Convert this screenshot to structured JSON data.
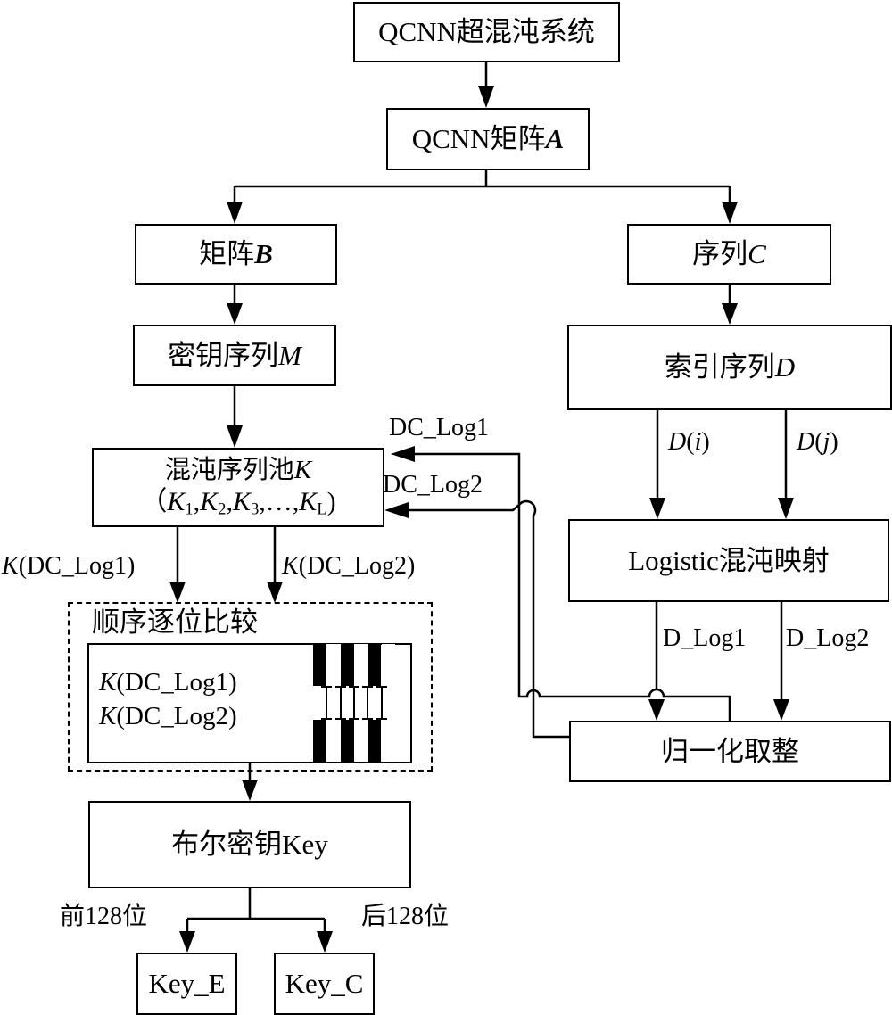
{
  "nodes": {
    "system": {
      "text": "QCNN超混沌系统"
    },
    "matrix_a": {
      "text": "QCNN矩阵",
      "var": "A"
    },
    "matrix_b": {
      "text": "矩阵",
      "var": "B"
    },
    "sequence_c": {
      "text": "序列",
      "var": "C"
    },
    "key_sequence_m": {
      "text": "密钥序列",
      "var": "M"
    },
    "index_sequence_d": {
      "text": "索引序列",
      "var": "D"
    },
    "chaos_pool": {
      "line1_text": "混沌序列池",
      "line1_var": "K",
      "line2_open": "（",
      "items": [
        "K",
        "1",
        ",",
        "K",
        "2",
        ",",
        "K",
        "3",
        ",…,",
        "K",
        "L",
        ")"
      ]
    },
    "logistic": {
      "text": "Logistic混沌映射"
    },
    "normalize": {
      "text": "归一化取整"
    },
    "compare": {
      "title": "顺序逐位比较",
      "row1_var": "K",
      "row1_text": "(DC_Log1)",
      "row2_var": "K",
      "row2_text": "(DC_Log2)",
      "bits_top": [
        1,
        0,
        1,
        0,
        1,
        0
      ],
      "bits_bottom": [
        1,
        0,
        1,
        0,
        1,
        0
      ]
    },
    "bool_key": {
      "text": "布尔密钥Key"
    },
    "key_e": {
      "text": "Key_E"
    },
    "key_c": {
      "text": "Key_C"
    }
  },
  "edge_labels": {
    "dc_log1": "DC_Log1",
    "dc_log2": "DC_Log2",
    "k_dc_log1_var": "K",
    "k_dc_log1_text": "(DC_Log1)",
    "k_dc_log2_var": "K",
    "k_dc_log2_text": "(DC_Log2)",
    "d_i_var": "D",
    "d_i_open": "(",
    "d_i_idx": "i",
    "d_i_close": ")",
    "d_j_var": "D",
    "d_j_open": "(",
    "d_j_idx": "j",
    "d_j_close": ")",
    "d_log1": "D_Log1",
    "d_log2": "D_Log2",
    "first_128": "前128位",
    "last_128": "后128位"
  },
  "colors": {
    "line": "#000000",
    "background": "#ffffff"
  }
}
